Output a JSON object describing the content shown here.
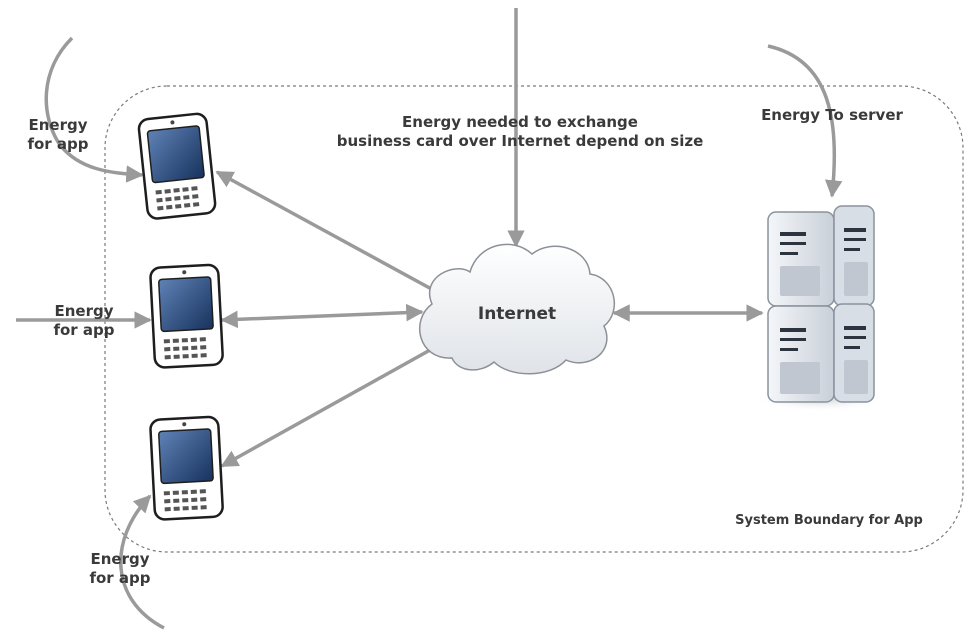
{
  "diagram": {
    "internet_label": "Internet",
    "exchange_label": [
      "Energy needed to exchange",
      "business card over Internet depend on size"
    ],
    "server_energy_label": "Energy To server",
    "boundary_label": "System Boundary for App",
    "app_energy_labels": [
      [
        "Energy",
        "for app"
      ],
      [
        "Energy",
        "for app"
      ],
      [
        "Energy",
        "for app"
      ]
    ]
  },
  "colors": {
    "arrow": "#9a9a9a",
    "boundary": "#7a7a7a",
    "text": "#3a3a3a",
    "phone_screen": "#1f3d6e",
    "server_body": "#e4e8ee"
  }
}
